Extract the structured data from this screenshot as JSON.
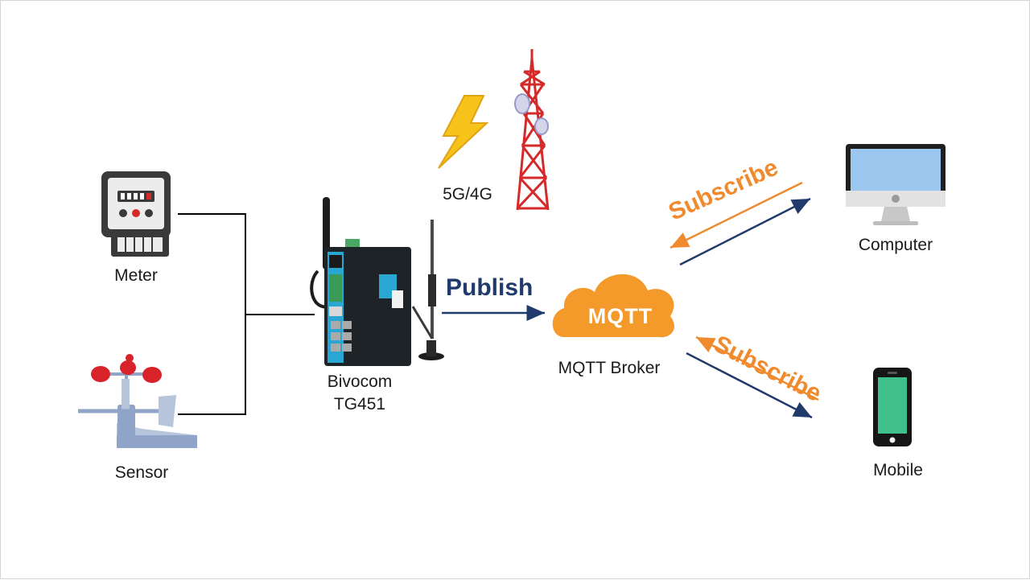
{
  "nodes": {
    "meter": {
      "label": "Meter",
      "icon": "electric-meter-icon"
    },
    "sensor": {
      "label": "Sensor",
      "icon": "anemometer-icon"
    },
    "gateway": {
      "label_line1": "Bivocom",
      "label_line2": "TG451",
      "icon": "router-gateway-icon"
    },
    "network": {
      "label": "5G/4G",
      "icons": [
        "lightning-icon",
        "cell-tower-icon"
      ]
    },
    "broker": {
      "label": "MQTT Broker",
      "cloud_text": "MQTT",
      "icon": "cloud-icon"
    },
    "computer": {
      "label": "Computer",
      "icon": "monitor-icon"
    },
    "mobile": {
      "label": "Mobile",
      "icon": "smartphone-icon"
    }
  },
  "edges": {
    "publish": "Publish",
    "subscribe_computer": "Subscribe",
    "subscribe_mobile": "Subscribe"
  },
  "colors": {
    "publish_arrow": "#1f3a6b",
    "subscribe_arrow": "#ef8a2e",
    "cloud": "#f39a2a",
    "tower": "#d42a2a",
    "lightning": "#f7c21a",
    "phone_screen": "#3fbf8a",
    "monitor_screen": "#9cc8ef"
  }
}
